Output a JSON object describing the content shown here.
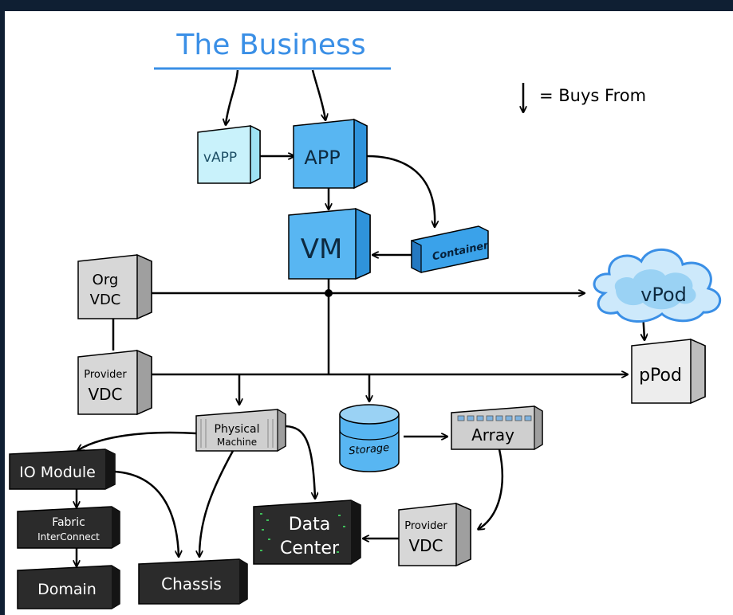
{
  "title": "The Business",
  "legend": {
    "label": "= Buys From"
  },
  "nodes": {
    "vapp": "vAPP",
    "app": "APP",
    "vm": "VM",
    "container": "Container",
    "org_vdc": [
      "Org",
      "VDC"
    ],
    "vpod": "vPod",
    "provider_vdc_left": [
      "Provider",
      "VDC"
    ],
    "ppod": "pPod",
    "physical_machine": [
      "Physical",
      "Machine"
    ],
    "storage": "Storage",
    "array": "Array",
    "io_module": "IO Module",
    "fabric_interconnect": [
      "Fabric",
      "InterConnect"
    ],
    "domain": "Domain",
    "chassis": "Chassis",
    "data_center": [
      "Data",
      "Center"
    ],
    "provider_vdc_right": [
      "Provider",
      "VDC"
    ]
  },
  "colors": {
    "title_blue": "#3a8fe6",
    "vapp_fill": "#c9f2fb",
    "vapp_side": "#9ee3f4",
    "app_fill": "#58b6f2",
    "app_side": "#2f93db",
    "cloud_fill": "#cde9fb",
    "cloud_inner": "#9ad2f4",
    "gray_fill": "#d7d7d7",
    "gray_side": "#9f9f9f",
    "dark_fill": "#2b2b2b",
    "dark_side": "#141414",
    "line": "#000000"
  }
}
